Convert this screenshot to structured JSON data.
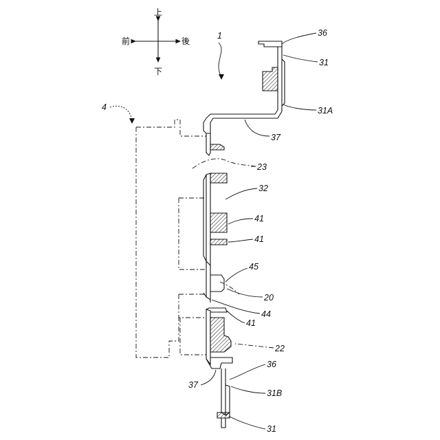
{
  "orientation": {
    "up": "上",
    "down": "下",
    "front": "前",
    "rear": "後"
  },
  "labels": {
    "l1": "1",
    "l4": "4",
    "l36_top": "36",
    "l31_top": "31",
    "l31A": "31A",
    "l37_top": "37",
    "l23": "23",
    "l32": "32",
    "l41_a": "41",
    "l41_b": "41",
    "l45": "45",
    "l20": "20",
    "l44": "44",
    "l41_c": "41",
    "l22": "22",
    "l37_bottom": "37",
    "l36_bottom": "36",
    "l31B": "31B",
    "l31_bottom": "31"
  }
}
